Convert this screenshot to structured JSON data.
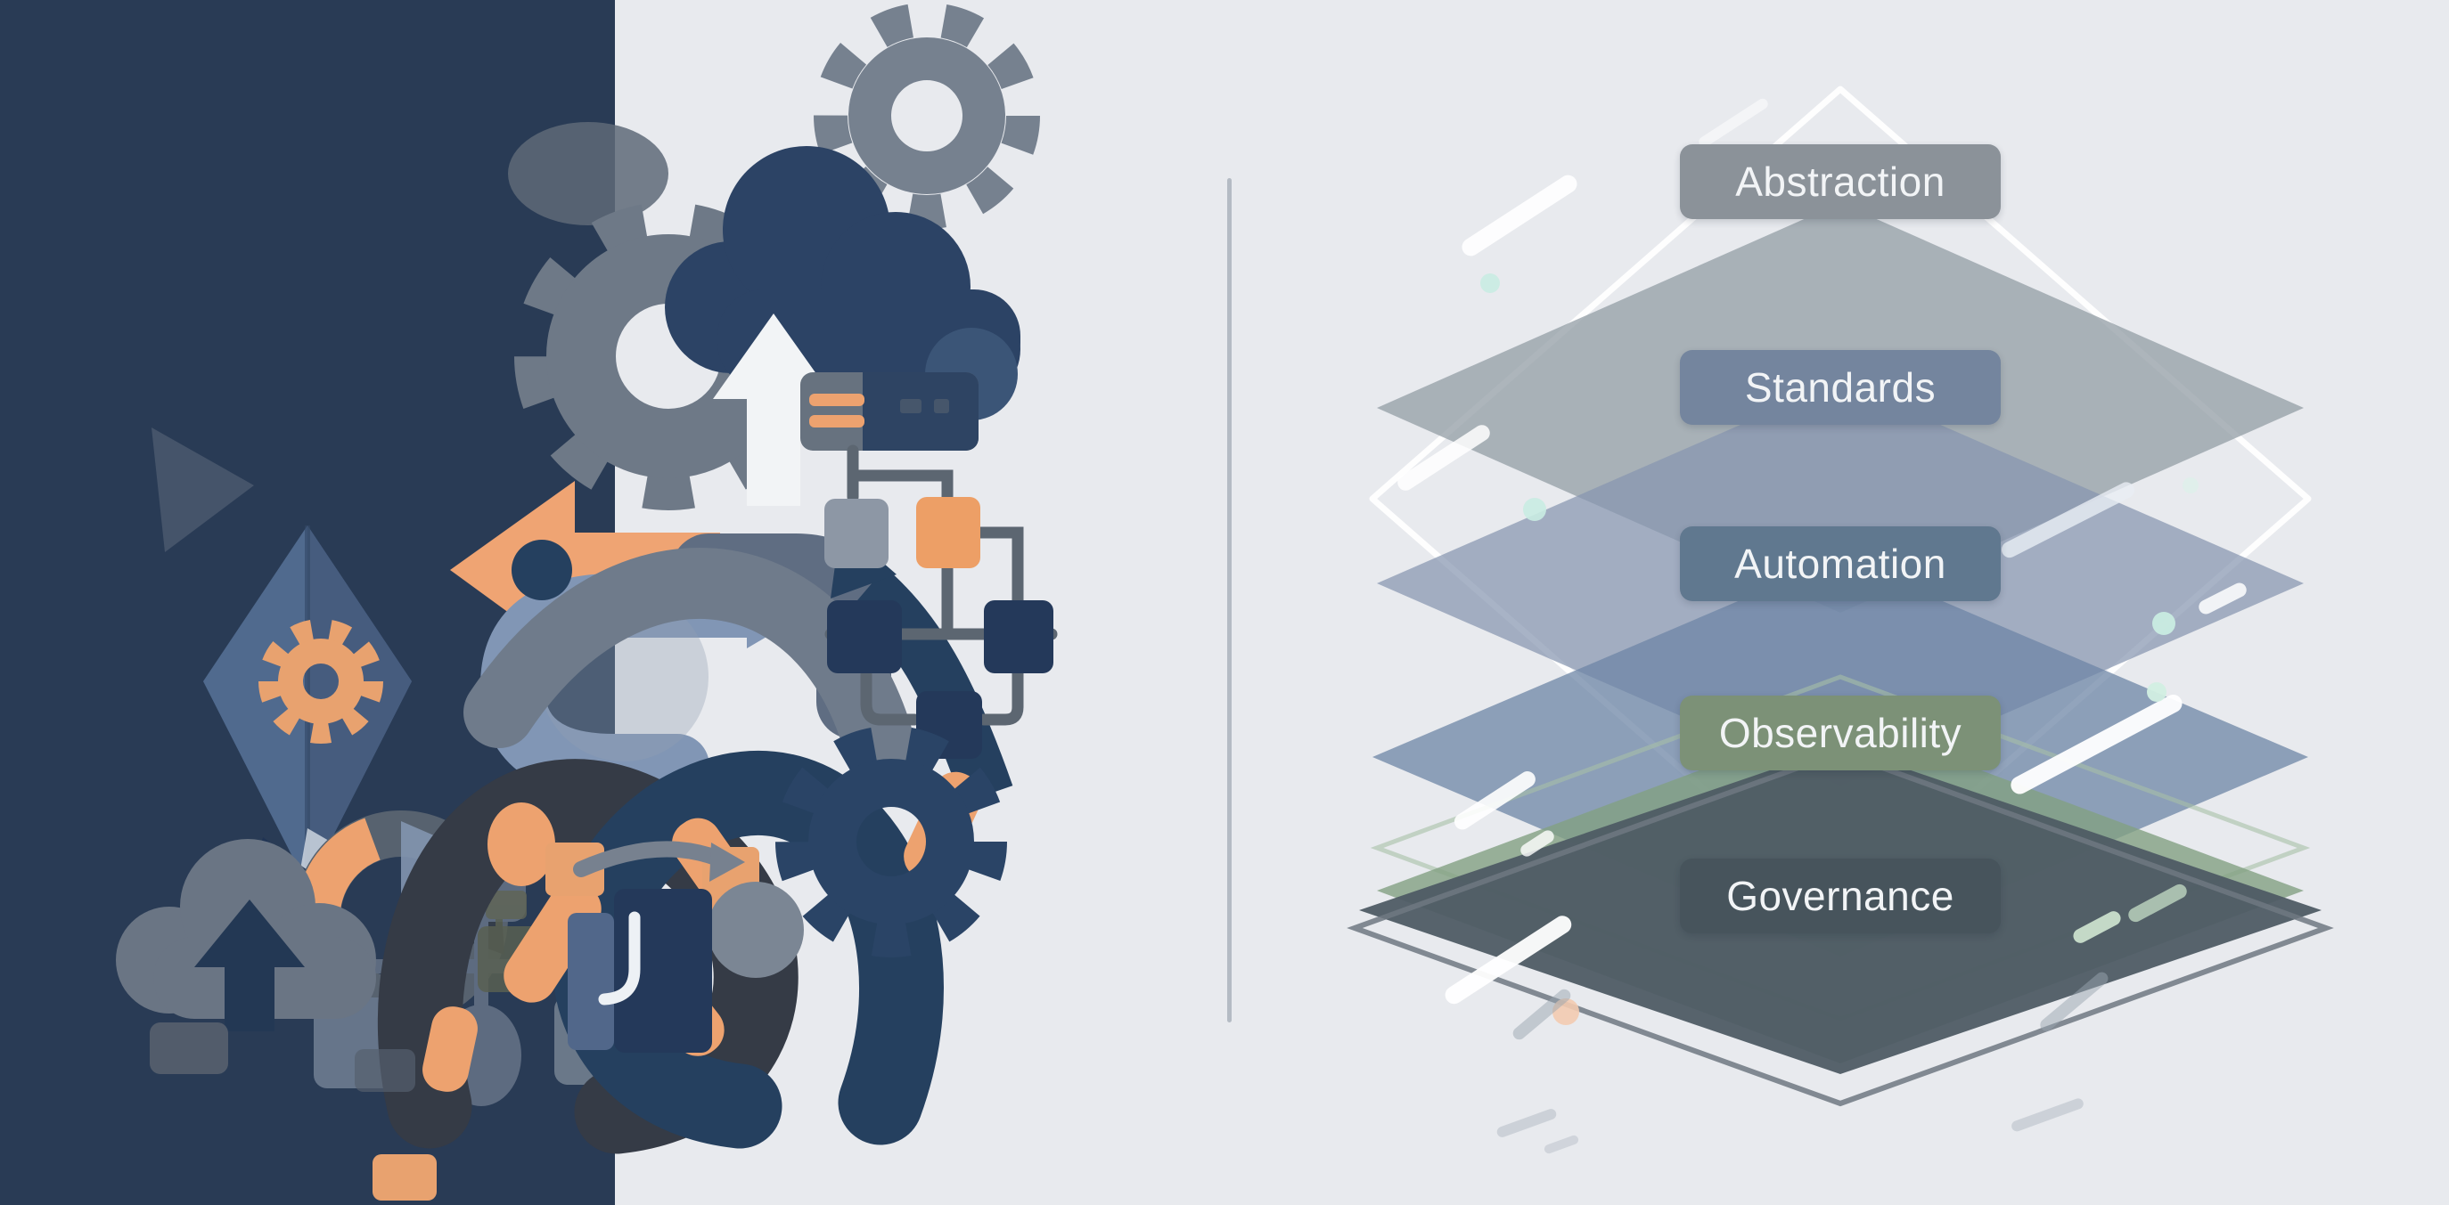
{
  "scene": {
    "background_color": "#e8eaee",
    "left_band_color": "#293b55",
    "divider_color": "#aeb6bf"
  },
  "left_illustration": {
    "description": "abstract collage of tangled workflow icons",
    "palette": {
      "navy": "#24395a",
      "deep_navy": "#25405f",
      "charcoal": "#353b46",
      "slate": "#5d6b80",
      "gray": "#77818f",
      "blue_gray": "#8196b5",
      "steel_blue": "#51678a",
      "orange": "#eda26f",
      "white": "#f2f4f6"
    },
    "icons": [
      "gear-icon",
      "small-gear-icon",
      "orange-gear-icon",
      "navy-gear-icon",
      "cloud-upload-icon",
      "small-cloud-upload-icon",
      "left-arrow-icon",
      "loop-arrow-icon",
      "prism-diamond-icon",
      "server-icon",
      "flowchart-icon",
      "tree-diagram-icon",
      "donut-chart-icon",
      "tangled-pipes-icon",
      "curved-arrow-icon",
      "bracket-icon"
    ]
  },
  "right_stack": {
    "title": "platform layers",
    "layers": [
      {
        "label": "Abstraction",
        "pill_color": "#8b9299",
        "layer_color": "#96a0a8",
        "edge_color": "#8a949c"
      },
      {
        "label": "Standards",
        "pill_color": "#74859e",
        "layer_color": "#8796b0",
        "edge_color": "#7b8aa4"
      },
      {
        "label": "Automation",
        "pill_color": "#60788f",
        "layer_color": "#6e85a5",
        "edge_color": "#627a9a"
      },
      {
        "label": "Observability",
        "pill_color": "#7c9177",
        "layer_color": "#82a082",
        "edge_color": "#759072"
      },
      {
        "label": "Governance",
        "pill_color": "#47545c",
        "layer_color": "#4e5a64",
        "edge_color": "#434f58"
      }
    ],
    "wireframe_top_color": "#ffffff",
    "wireframe_bottom_color": "#6e7881",
    "green_outline_color": "#a7c0a7",
    "glow_teal": "#c9ece2",
    "glow_orange": "#f3cbb0"
  }
}
